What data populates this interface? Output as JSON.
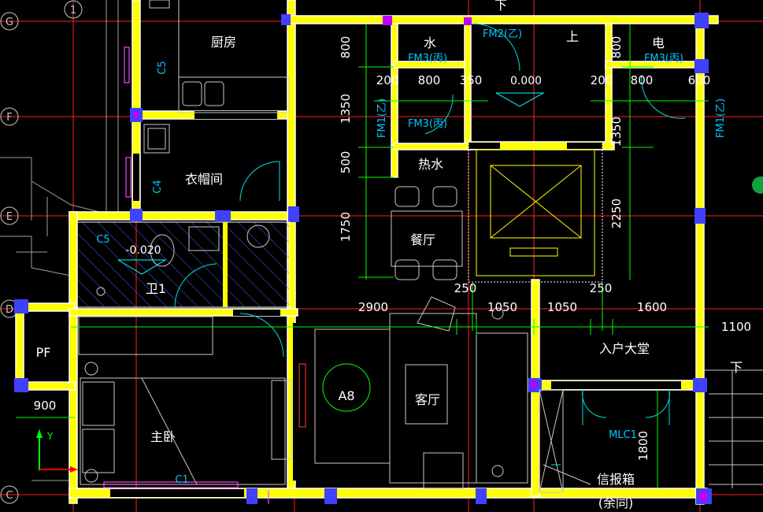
{
  "colors": {
    "background": "#000000",
    "grid_axis": "#ff2020",
    "wall_fill": "#ffff00",
    "wall_edge": "#ffffff",
    "dimension": "#00ff00",
    "room_label": "#ffffff",
    "door_label": "#00c8ff",
    "column": "#4040ff",
    "column_inner": "#a000ff",
    "hatch": "#4060ff",
    "furniture": "#c8c8c8",
    "door_arc": "#00e0e0",
    "magenta": "#ff00ff"
  },
  "axes": {
    "left": [
      "G",
      "F",
      "E",
      "D",
      "C"
    ],
    "top": "1"
  },
  "rooms": {
    "kitchen": "厨房",
    "cloakroom": "衣帽间",
    "water_well": "水",
    "electric_well": "电",
    "hot_water": "热水",
    "dining": "餐厅",
    "bath1": "卫1",
    "living": "客厅",
    "master_bedroom": "主卧",
    "entrance_hall": "入户大堂",
    "pf": "PF",
    "a8": "A8",
    "up": "上",
    "down_top": "下",
    "down_right": "下",
    "mailbox": "信报箱",
    "mailbox_note": "(余同)"
  },
  "door_labels": {
    "c5_top": "C5",
    "c4": "C4",
    "c5_bath": "C5",
    "c1": "C1",
    "fm2": "FM2(乙)",
    "fm3_water": "FM3(丙)",
    "fm3_elec": "FM3(丙)",
    "fm3_mid": "FM3(丙)",
    "fm1_left": "FM1(乙)",
    "fm1_right": "FM1(乙)",
    "mlc1": "MLC1"
  },
  "elevations": {
    "lobby": "0.000",
    "bath": "-0.020"
  },
  "dimensions": {
    "v800": "800",
    "v1350_left": "1350",
    "v500": "500",
    "v1750": "1750",
    "v800_right": "800",
    "v1350_right": "1350",
    "v2250": "2250",
    "h200_left": "200",
    "h800_left": "800",
    "h350": "350",
    "h200_right": "200",
    "h800_right": "800",
    "h600": "600",
    "h2900": "2900",
    "h250_left": "250",
    "h1050_a": "1050",
    "h1050_b": "1050",
    "h250_right": "250",
    "h1600": "1600",
    "h1100": "1100",
    "h900": "900",
    "v1800": "1800"
  },
  "ucs": {
    "y_label": "Y"
  }
}
